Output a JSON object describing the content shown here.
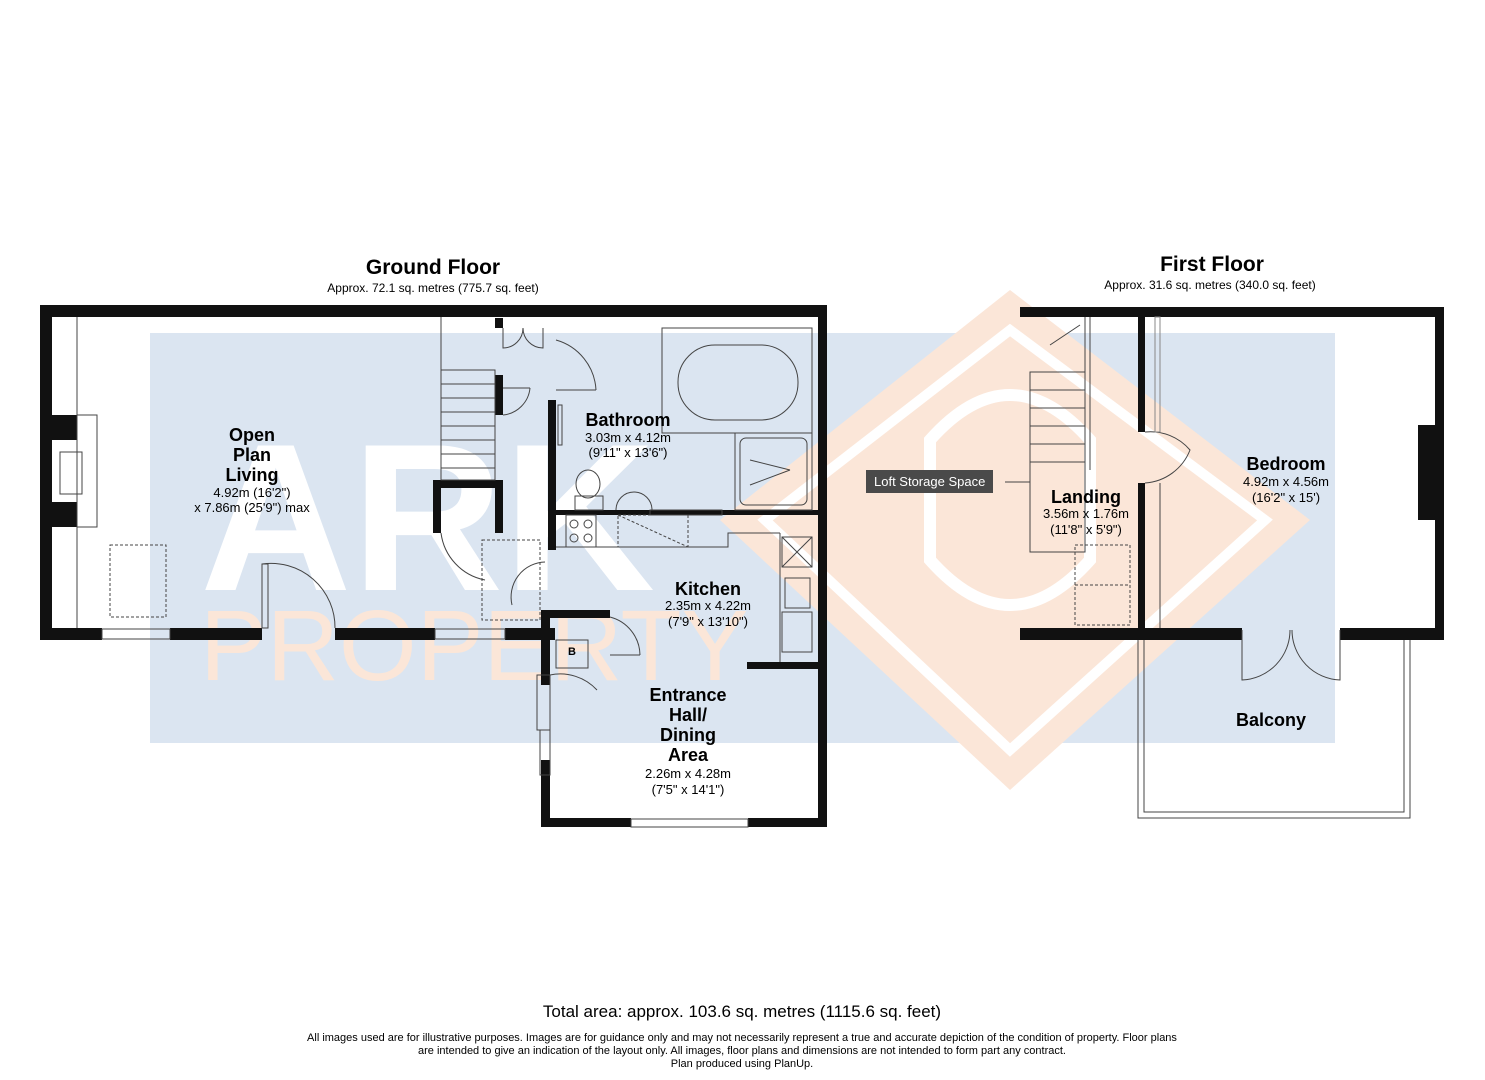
{
  "watermark": {
    "line1": "ARK",
    "line2": "PROPERTY",
    "colors": {
      "blue": "#dbe5f1",
      "peach": "#fbe6d8"
    }
  },
  "ground_floor": {
    "title": "Ground Floor",
    "area": "Approx. 72.1 sq. metres (775.7 sq. feet)",
    "rooms": {
      "living": {
        "name_lines": [
          "Open",
          "Plan",
          "Living"
        ],
        "dim1": "4.92m (16'2\")",
        "dim2": "x 7.86m (25'9\") max"
      },
      "bathroom": {
        "name": "Bathroom",
        "dim1": "3.03m x 4.12m",
        "dim2": "(9'11\" x 13'6\")"
      },
      "kitchen": {
        "name": "Kitchen",
        "dim1": "2.35m x 4.22m",
        "dim2": "(7'9\" x 13'10\")"
      },
      "entrance": {
        "name_lines": [
          "Entrance",
          "Hall/",
          "Dining",
          "Area"
        ],
        "dim1": "2.26m x 4.28m",
        "dim2": "(7'5\" x 14'1\")"
      }
    },
    "boiler_label": "B"
  },
  "first_floor": {
    "title": "First Floor",
    "area": "Approx. 31.6 sq. metres (340.0 sq. feet)",
    "rooms": {
      "landing": {
        "name": "Landing",
        "dim1": "3.56m x 1.76m",
        "dim2": "(11'8\" x 5'9\")"
      },
      "bedroom": {
        "name": "Bedroom",
        "dim1": "4.92m x 4.56m",
        "dim2": "(16'2\" x 15')"
      },
      "balcony": {
        "name": "Balcony"
      }
    },
    "callout": "Loft Storage Space"
  },
  "footer": {
    "total": "Total area: approx. 103.6 sq. metres (1115.6 sq. feet)",
    "disclaimer": [
      "All images used are for illustrative purposes. Images are for guidance only and may not necessarily represent a true and accurate depiction of the condition of property. Floor plans",
      "are intended to give an indication of the layout only. All images, floor plans and dimensions are not intended to form part any contract.",
      "Plan produced using PlanUp."
    ]
  }
}
